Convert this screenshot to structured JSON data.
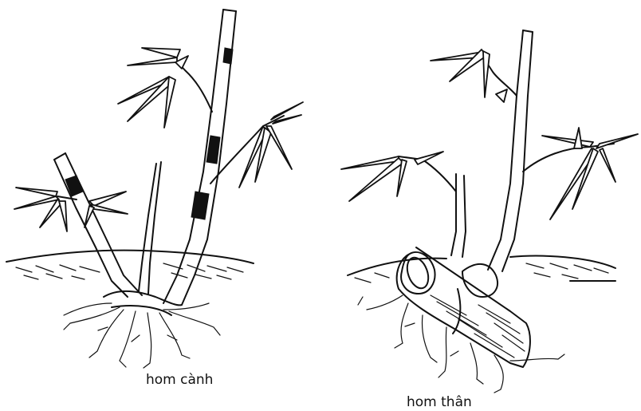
{
  "figures": [
    {
      "id": "left",
      "caption": "hom cành"
    },
    {
      "id": "right",
      "caption": "hom thân"
    }
  ]
}
